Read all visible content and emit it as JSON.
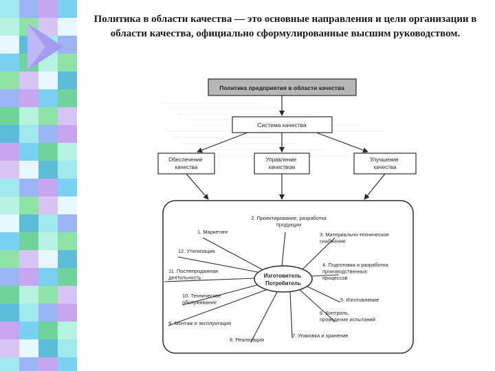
{
  "heading": "Политика в области качества — это основные направления и цели организации в области качества, официально сформулированные высшим руководством.",
  "diagram": {
    "top_box": "Политика предприятия в области качества",
    "system_box": "Система качества",
    "branches": {
      "left": [
        "Обеспечение",
        "качества"
      ],
      "center": [
        "Управление",
        "качеством"
      ],
      "right": [
        "Улучшение",
        "качества"
      ]
    },
    "center": [
      "Изготовитель",
      "Потребитель"
    ],
    "stages": {
      "s1": [
        "1. Маркетинг"
      ],
      "s2": [
        "2. Проектирование, разработка",
        "продукции"
      ],
      "s3": [
        "3. Материально-техническое",
        "снабжение"
      ],
      "s4": [
        "4. Подготовка и разработка",
        "производственных",
        "процессов"
      ],
      "s5": [
        "5. Изготовление"
      ],
      "s6": [
        "6. Контроль,",
        "проведение испытаний"
      ],
      "s7": [
        "7. Упаковка и хранение"
      ],
      "s8": [
        "8. Реализация"
      ],
      "s9": [
        "9. Монтаж и эксплуатация"
      ],
      "s10": [
        "10. Техническое",
        "обслуживание"
      ],
      "s11": [
        "11. Послепродажная",
        "деятельность"
      ],
      "s12": [
        "12. Утилизация"
      ]
    }
  },
  "colors": {
    "strip_cells": [
      "#9fe9ef",
      "#7ad0f0",
      "#8fe3a6",
      "#5dbcd8",
      "#c8a6ef",
      "#b6f2e0",
      "#e7f7ff",
      "#9ab5f2",
      "#6fd39a",
      "#d6c4f5"
    ],
    "arrow": "#a49cf0",
    "top_box_fill": "#b7b7b7",
    "line": "#2a2a2a"
  }
}
